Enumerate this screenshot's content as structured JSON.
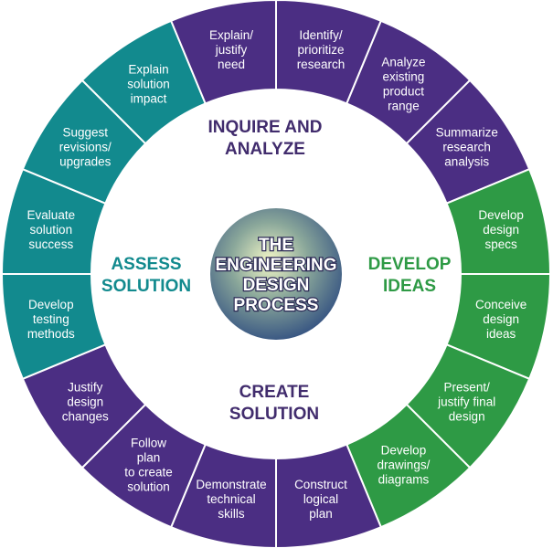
{
  "center": {
    "lines": [
      "THE",
      "ENGINEERING",
      "DESIGN",
      "PROCESS"
    ]
  },
  "colors": {
    "purple": "#4b2e83",
    "green": "#2e9a45",
    "teal": "#128a8e",
    "core_light": "#f4f8c8",
    "core_mid": "#8aa79a",
    "core_dark": "#2f4d80"
  },
  "phases": [
    {
      "id": "inquire",
      "lines": [
        "INQUIRE AND",
        "ANALYZE"
      ],
      "color": "#412c6d"
    },
    {
      "id": "develop",
      "lines": [
        "DEVELOP",
        "IDEAS"
      ],
      "color": "#2e9a45"
    },
    {
      "id": "create",
      "lines": [
        "CREATE",
        "SOLUTION"
      ],
      "color": "#412c6d"
    },
    {
      "id": "assess",
      "lines": [
        "ASSESS",
        "SOLUTION"
      ],
      "color": "#128a8e"
    }
  ],
  "segments": [
    {
      "id": "identify-prioritize-research",
      "lines": [
        "Identify/",
        "prioritize",
        "research"
      ],
      "color": "#4b2e83"
    },
    {
      "id": "analyze-existing-product-range",
      "lines": [
        "Analyze",
        "existing",
        "product",
        "range"
      ],
      "color": "#4b2e83"
    },
    {
      "id": "summarize-research-analysis",
      "lines": [
        "Summarize",
        "research",
        "analysis"
      ],
      "color": "#4b2e83"
    },
    {
      "id": "develop-design-specs",
      "lines": [
        "Develop",
        "design",
        "specs"
      ],
      "color": "#2e9a45"
    },
    {
      "id": "conceive-design-ideas",
      "lines": [
        "Conceive",
        "design",
        "ideas"
      ],
      "color": "#2e9a45"
    },
    {
      "id": "present-justify-final-design",
      "lines": [
        "Present/",
        "justify final",
        "design"
      ],
      "color": "#2e9a45"
    },
    {
      "id": "develop-drawings-diagrams",
      "lines": [
        "Develop",
        "drawings/",
        "diagrams"
      ],
      "color": "#2e9a45"
    },
    {
      "id": "construct-logical-plan",
      "lines": [
        "Construct",
        "logical",
        "plan"
      ],
      "color": "#4b2e83"
    },
    {
      "id": "demonstrate-technical-skills",
      "lines": [
        "Demonstrate",
        "technical",
        "skills"
      ],
      "color": "#4b2e83"
    },
    {
      "id": "follow-plan-to-create-solution",
      "lines": [
        "Follow",
        "plan",
        "to create",
        "solution"
      ],
      "color": "#4b2e83"
    },
    {
      "id": "justify-design-changes",
      "lines": [
        "Justify",
        "design",
        "changes"
      ],
      "color": "#4b2e83"
    },
    {
      "id": "develop-testing-methods",
      "lines": [
        "Develop",
        "testing",
        "methods"
      ],
      "color": "#128a8e"
    },
    {
      "id": "evaluate-solution-success",
      "lines": [
        "Evaluate",
        "solution",
        "success"
      ],
      "color": "#128a8e"
    },
    {
      "id": "suggest-revisions-upgrades",
      "lines": [
        "Suggest",
        "revisions/",
        "upgrades"
      ],
      "color": "#128a8e"
    },
    {
      "id": "explain-solution-impact",
      "lines": [
        "Explain",
        "solution",
        "impact"
      ],
      "color": "#128a8e"
    },
    {
      "id": "explain-justify-need",
      "lines": [
        "Explain/",
        "justify",
        "need"
      ],
      "color": "#4b2e83"
    }
  ]
}
